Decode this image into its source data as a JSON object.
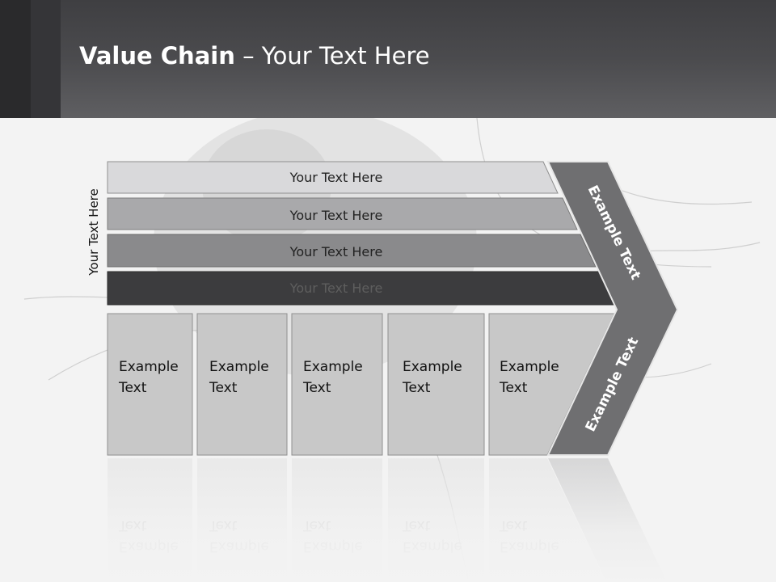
{
  "title": {
    "bold": "Value Chain",
    "rest": " – Your Text Here"
  },
  "side_label": "Your Text Here",
  "bars": [
    {
      "label": "Your Text Here"
    },
    {
      "label": "Your Text Here"
    },
    {
      "label": "Your Text Here"
    },
    {
      "label": "Your Text Here"
    }
  ],
  "boxes": [
    {
      "line1": "Example",
      "line2": "Text"
    },
    {
      "line1": "Example",
      "line2": "Text"
    },
    {
      "line1": "Example",
      "line2": "Text"
    },
    {
      "line1": "Example",
      "line2": "Text"
    },
    {
      "line1": "Example",
      "line2": "Text"
    }
  ],
  "chevron": {
    "upper": "Example Text",
    "lower": "Example Text"
  },
  "colors": {
    "header": "#4b4b4e",
    "bar1": "#d9d9db",
    "bar2": "#a9a9ab",
    "bar3": "#8a8a8c",
    "bar4": "#3c3c3e",
    "box": "#c8c8c8",
    "chevron": "#6f6f71"
  }
}
